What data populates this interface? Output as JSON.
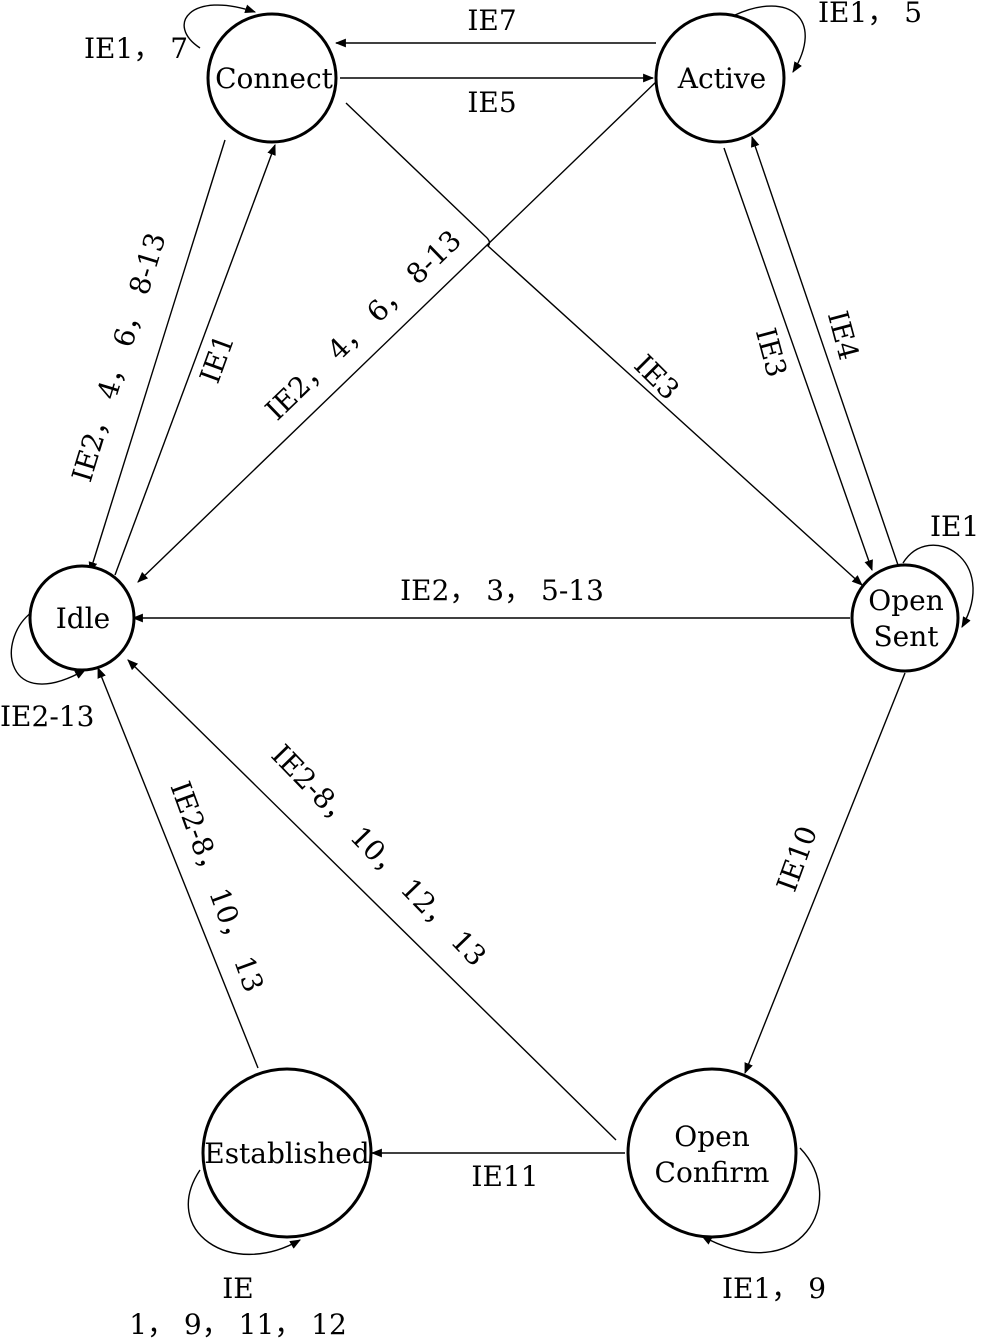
{
  "states": {
    "connect": "Connect",
    "active": "Active",
    "idle": "Idle",
    "open_sent": [
      "Open",
      "Sent"
    ],
    "established": "Established",
    "open_confirm": [
      "Open",
      "Confirm"
    ]
  },
  "transitions": {
    "connect_self": "IE1， 7",
    "active_self": "IE1， 5",
    "active_to_connect": "IE7",
    "connect_to_active": "IE5",
    "connect_to_idle": "IE2， 4， 6， 8-13",
    "idle_to_connect": "IE1",
    "active_to_idle": "IE2， 4， 6， 8-13",
    "connect_to_opensent": "IE3",
    "active_to_opensent": "IE3",
    "opensent_to_active": "IE4",
    "opensent_self": "IE1",
    "opensent_to_idle": "IE2， 3， 5-13",
    "idle_self": "IE2-13",
    "established_to_idle": "IE2-8， 10， 13",
    "openconfirm_to_idle": "IE2-8， 10， 12， 13",
    "opensent_to_openconfirm": "IE10",
    "openconfirm_to_established": "IE11",
    "established_self": [
      "IE",
      "1， 9， 11， 12"
    ],
    "openconfirm_self": "IE1， 9"
  },
  "colors": {
    "stroke": "#000000",
    "background": "#ffffff"
  }
}
